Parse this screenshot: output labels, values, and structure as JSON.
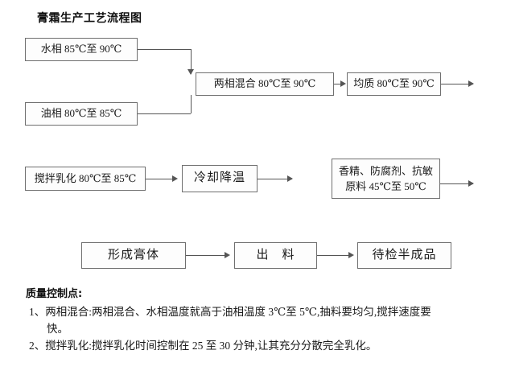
{
  "document": {
    "title": "膏霜生产工艺流程图"
  },
  "flow": {
    "nodes": [
      {
        "id": "water-phase",
        "label": "水相 85℃至 90℃"
      },
      {
        "id": "oil-phase",
        "label": "油相 80℃至 85℃"
      },
      {
        "id": "two-phase-mixing",
        "label": "两相混合 80℃至 90℃"
      },
      {
        "id": "homogenize",
        "label": "均质 80℃至 90℃"
      },
      {
        "id": "stir-emulsify",
        "label": "搅拌乳化 80℃至 85℃"
      },
      {
        "id": "cooling",
        "label": "冷却降温"
      },
      {
        "id": "additives",
        "label_line1": "香精、防腐剂、抗敏",
        "label_line2": "原料 45℃至 50℃"
      },
      {
        "id": "form-cream",
        "label": "形成膏体"
      },
      {
        "id": "discharge",
        "label": "出　料"
      },
      {
        "id": "semi-finished",
        "label": "待检半成品"
      }
    ]
  },
  "notes": {
    "heading": "质量控制点:",
    "items": [
      {
        "index": "1、",
        "term": "两相混合:",
        "text": "两相混合、水相温度就高于油相温度 3℃至 5℃,抽料要均匀,搅拌速度要",
        "text_cont": "快。"
      },
      {
        "index": "2、",
        "term": "搅拌乳化:",
        "text": "搅拌乳化时间控制在 25 至 30 分钟,让其充分分散完全乳化。",
        "text_cont": ""
      }
    ]
  },
  "colors": {
    "page_background": "#ffffff",
    "box_border": "#6f6f6f",
    "connector": "#555555",
    "text": "#1a1a1a"
  }
}
